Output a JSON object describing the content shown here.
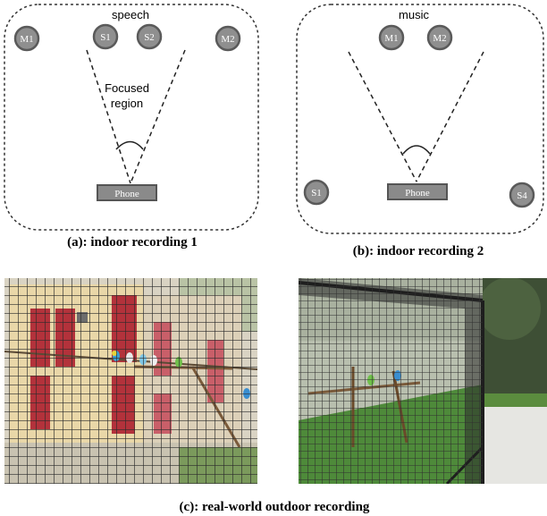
{
  "panel_a": {
    "top_label": "speech",
    "mics": [
      "M1",
      "M2"
    ],
    "speakers": [
      "S1",
      "S2"
    ],
    "region_label_1": "Focused",
    "region_label_2": "region",
    "device": "Phone",
    "caption": "(a): indoor recording 1"
  },
  "panel_b": {
    "top_label": "music",
    "mics": [
      "M1",
      "M2"
    ],
    "speakers": [
      "S1",
      "S4"
    ],
    "device": "Phone",
    "caption": "(b): indoor recording 2"
  },
  "photos": {
    "left": {
      "subject": "aviary with perched budgerigars behind wire mesh"
    },
    "right": {
      "subject": "outdoor wire-mesh aviary with trees and lawn"
    }
  },
  "caption_c": "(c): real-world outdoor recording",
  "colors": {
    "node_fill": "#8f8f8f",
    "node_stroke": "#5a5a5a",
    "phone_fill": "#8a8a8a",
    "frame": "#333333",
    "wall_red": "#b3323b",
    "wall_cream": "#e9d7a8",
    "grass": "#4e8a3a",
    "sky": "#eef3f7"
  }
}
